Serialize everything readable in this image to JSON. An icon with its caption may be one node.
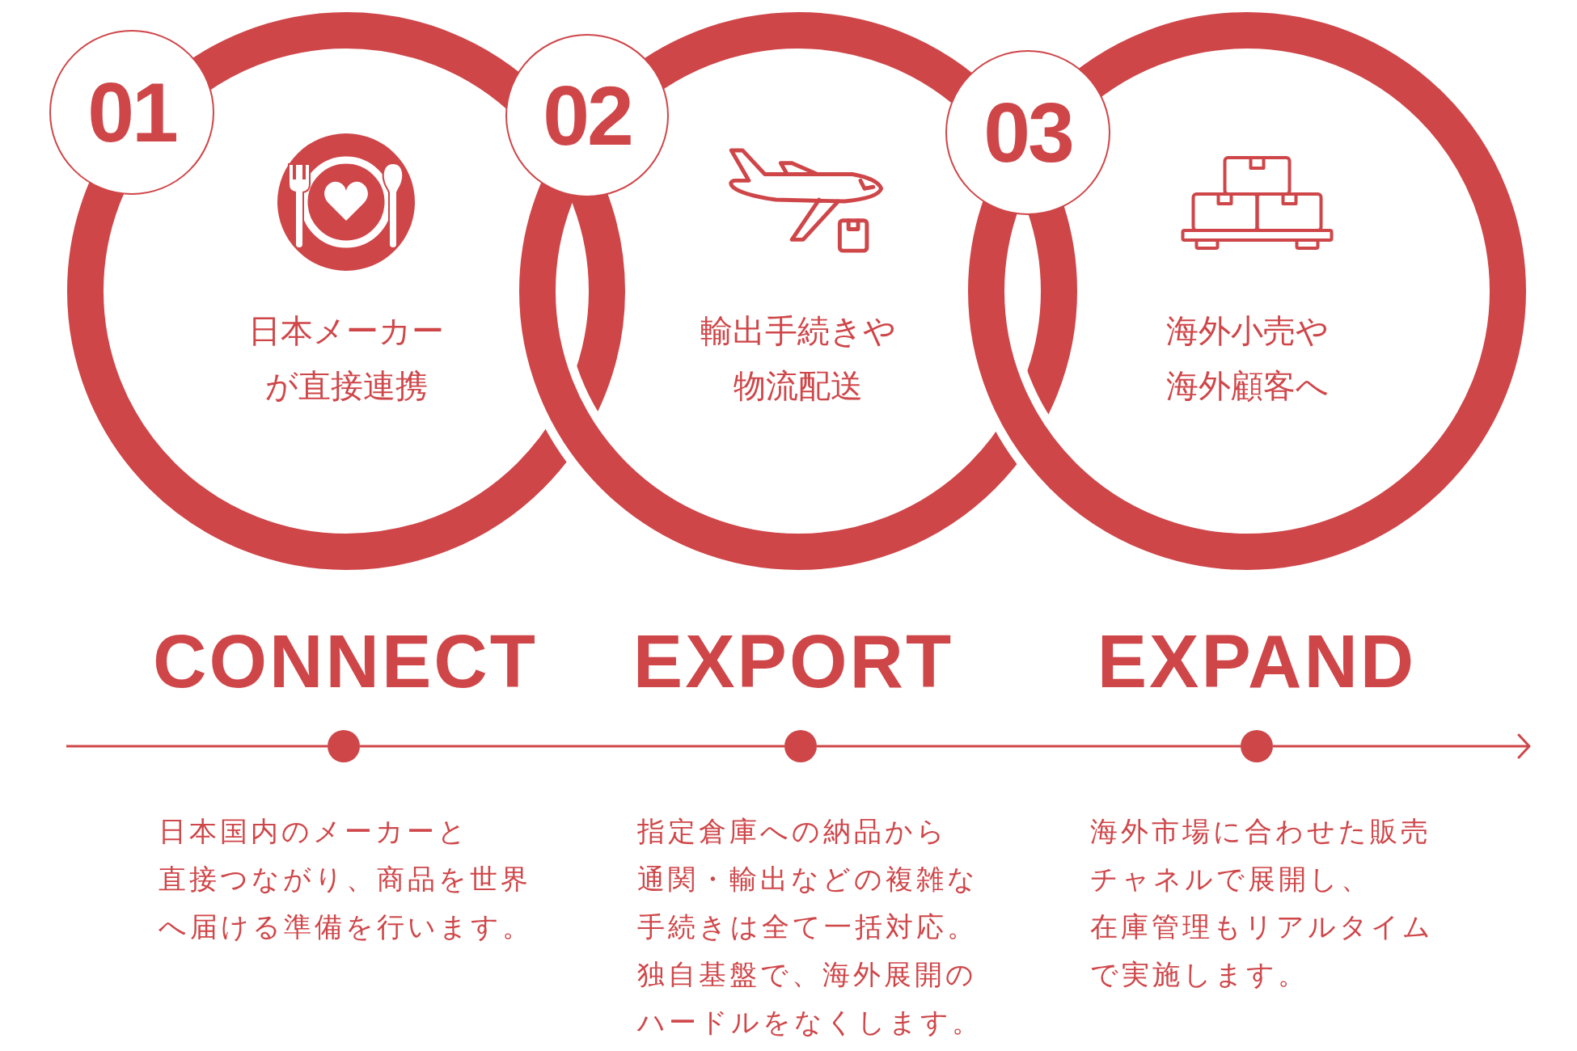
{
  "diagram": {
    "nodes": [
      {
        "text": [
          "01"
        ]
      },
      {
        "text": [
          "日本メーカーが直接連携"
        ]
      },
      {
        "text": [
          "02"
        ]
      },
      {
        "text": [
          "輸出手続きや物流配送"
        ]
      },
      {
        "text": [
          "03"
        ]
      },
      {
        "text": [
          "海外小売や海外顧客へ"
        ]
      },
      {
        "text": [],
        "shape": "circle",
        "beside": [
          "CONNECT",
          "日本国内のメーカーと直接つながり、商品を世界へ届ける準備を行います。"
        ]
      },
      {
        "text": [],
        "shape": "circle",
        "beside": [
          "EXPORT",
          "指定倉庫への納品から通関・輸出などの複雑な手続きは全て一括対応。独自基盤で、海外展開のハードルをなくします。"
        ]
      },
      {
        "text": [],
        "shape": "circle",
        "beside": [
          "EXPAND",
          "海外市場に合わせた販売チャネルで展開し、在庫管理もリアルタイムで実施します。"
        ]
      }
    ],
    "edges": [
      {
        "from": null,
        "to": 6,
        "arrow": "none"
      },
      {
        "from": 6,
        "to": 7,
        "arrow": "none"
      },
      {
        "from": 7,
        "to": 8,
        "arrow": "none"
      },
      {
        "from": 8,
        "to": null,
        "arrow": "to"
      }
    ]
  }
}
